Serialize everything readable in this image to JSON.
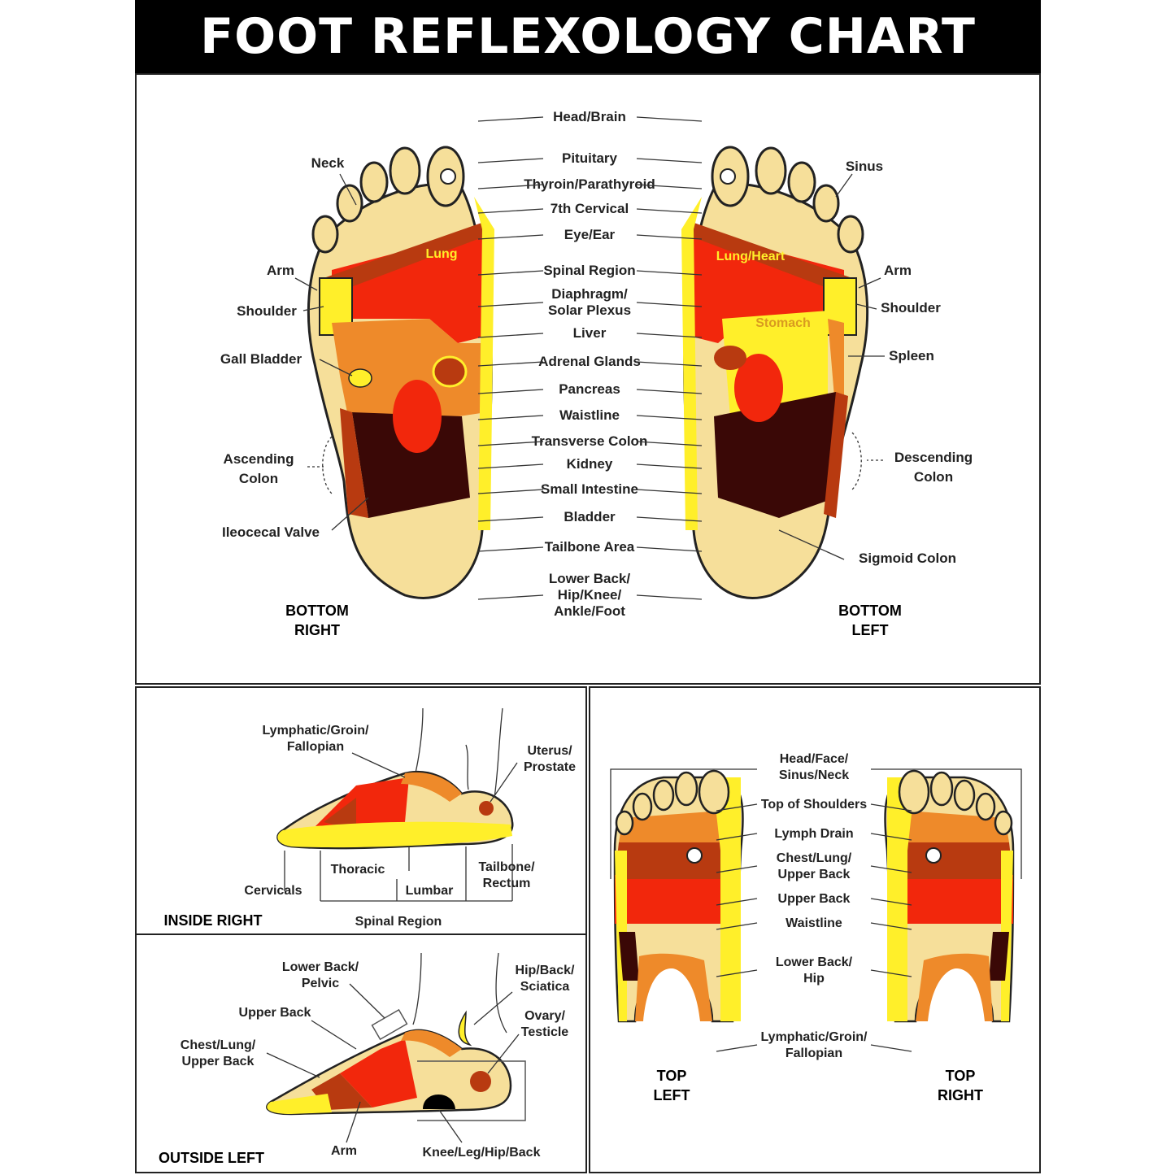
{
  "title": "FOOT REFLEXOLOGY CHART",
  "colors": {
    "cream": "#f6df9a",
    "yellow": "#ffef2a",
    "light_orange": "#ee8a2a",
    "orange": "#e46a14",
    "red": "#f2270c",
    "dark_red": "#b83a10",
    "brown": "#7a1d10",
    "dark_brown": "#3a0806",
    "black": "#000000"
  },
  "bottom_panel": {
    "caption_right": [
      "BOTTOM",
      "RIGHT"
    ],
    "caption_left": [
      "BOTTOM",
      "LEFT"
    ],
    "center_labels": [
      [
        "Head/Brain"
      ],
      [
        "Pituitary"
      ],
      [
        "Thyroin/Parathyroid"
      ],
      [
        "7th Cervical"
      ],
      [
        "Eye/Ear"
      ],
      [
        "Spinal Region"
      ],
      [
        "Diaphragm/",
        "Solar Plexus"
      ],
      [
        "Liver"
      ],
      [
        "Adrenal Glands"
      ],
      [
        "Pancreas"
      ],
      [
        "Waistline"
      ],
      [
        "Transverse Colon"
      ],
      [
        "Kidney"
      ],
      [
        "Small Intestine"
      ],
      [
        "Bladder"
      ],
      [
        "Tailbone Area"
      ],
      [
        "Lower Back/",
        "Hip/Knee/",
        "Ankle/Foot"
      ]
    ],
    "left_labels": {
      "neck": "Neck",
      "arm": "Arm",
      "shoulder": "Shoulder",
      "gall_bladder": "Gall Bladder",
      "ascending_colon": [
        "Ascending",
        "Colon"
      ],
      "ileocecal_valve": "Ileocecal Valve"
    },
    "right_labels": {
      "sinus": "Sinus",
      "arm": "Arm",
      "shoulder": "Shoulder",
      "spleen": "Spleen",
      "descending_colon": [
        "Descending",
        "Colon"
      ],
      "sigmoid_colon": "Sigmoid Colon"
    },
    "in_foot": {
      "lung": "Lung",
      "lung_heart": "Lung/Heart",
      "stomach": "Stomach"
    }
  },
  "inside_panel": {
    "caption": "INSIDE RIGHT",
    "lymphatic": [
      "Lymphatic/Groin/",
      "Fallopian"
    ],
    "uterus": [
      "Uterus/",
      "Prostate"
    ],
    "thoracic": "Thoracic",
    "cervicals": "Cervicals",
    "lumbar": "Lumbar",
    "tailbone": [
      "Tailbone/",
      "Rectum"
    ],
    "spinal": "Spinal Region"
  },
  "outside_panel": {
    "caption": "OUTSIDE LEFT",
    "lower_back": [
      "Lower Back/",
      "Pelvic"
    ],
    "upper_back": "Upper Back",
    "chest": [
      "Chest/Lung/",
      "Upper Back"
    ],
    "hip": [
      "Hip/Back/",
      "Sciatica"
    ],
    "ovary": [
      "Ovary/",
      "Testicle"
    ],
    "arm": "Arm",
    "knee": "Knee/Leg/Hip/Back"
  },
  "top_panel": {
    "caption_left": [
      "TOP",
      "LEFT"
    ],
    "caption_right": [
      "TOP",
      "RIGHT"
    ],
    "labels": [
      [
        "Head/Face/",
        "Sinus/Neck"
      ],
      [
        "Top of Shoulders"
      ],
      [
        "Lymph Drain"
      ],
      [
        "Chest/Lung/",
        "Upper Back"
      ],
      [
        "Upper Back"
      ],
      [
        "Waistline"
      ],
      [
        "Lower Back/",
        "Hip"
      ],
      [
        "Lymphatic/Groin/",
        "Fallopian"
      ]
    ]
  }
}
